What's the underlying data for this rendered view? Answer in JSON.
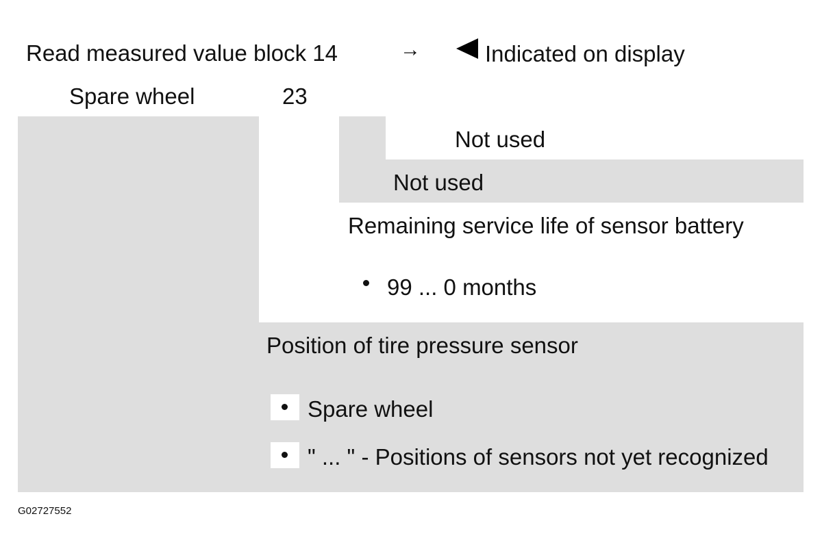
{
  "header": {
    "block_label": "Read measured value block 14",
    "arrow_glyph": "→",
    "display_label": "Indicated on display"
  },
  "display_row": {
    "field1": "Spare wheel",
    "field2": "23"
  },
  "fields": {
    "not_used_1": "Not used",
    "not_used_2": "Not used",
    "battery_title": "Remaining service life of sensor battery",
    "battery_item": "99 ... 0 months",
    "position_title": "Position of tire pressure sensor",
    "position_items": [
      "Spare wheel",
      "\" ... \" - Positions of sensors not yet recognized"
    ]
  },
  "figure_code": "G02727552",
  "colors": {
    "shade": "#dedede"
  }
}
